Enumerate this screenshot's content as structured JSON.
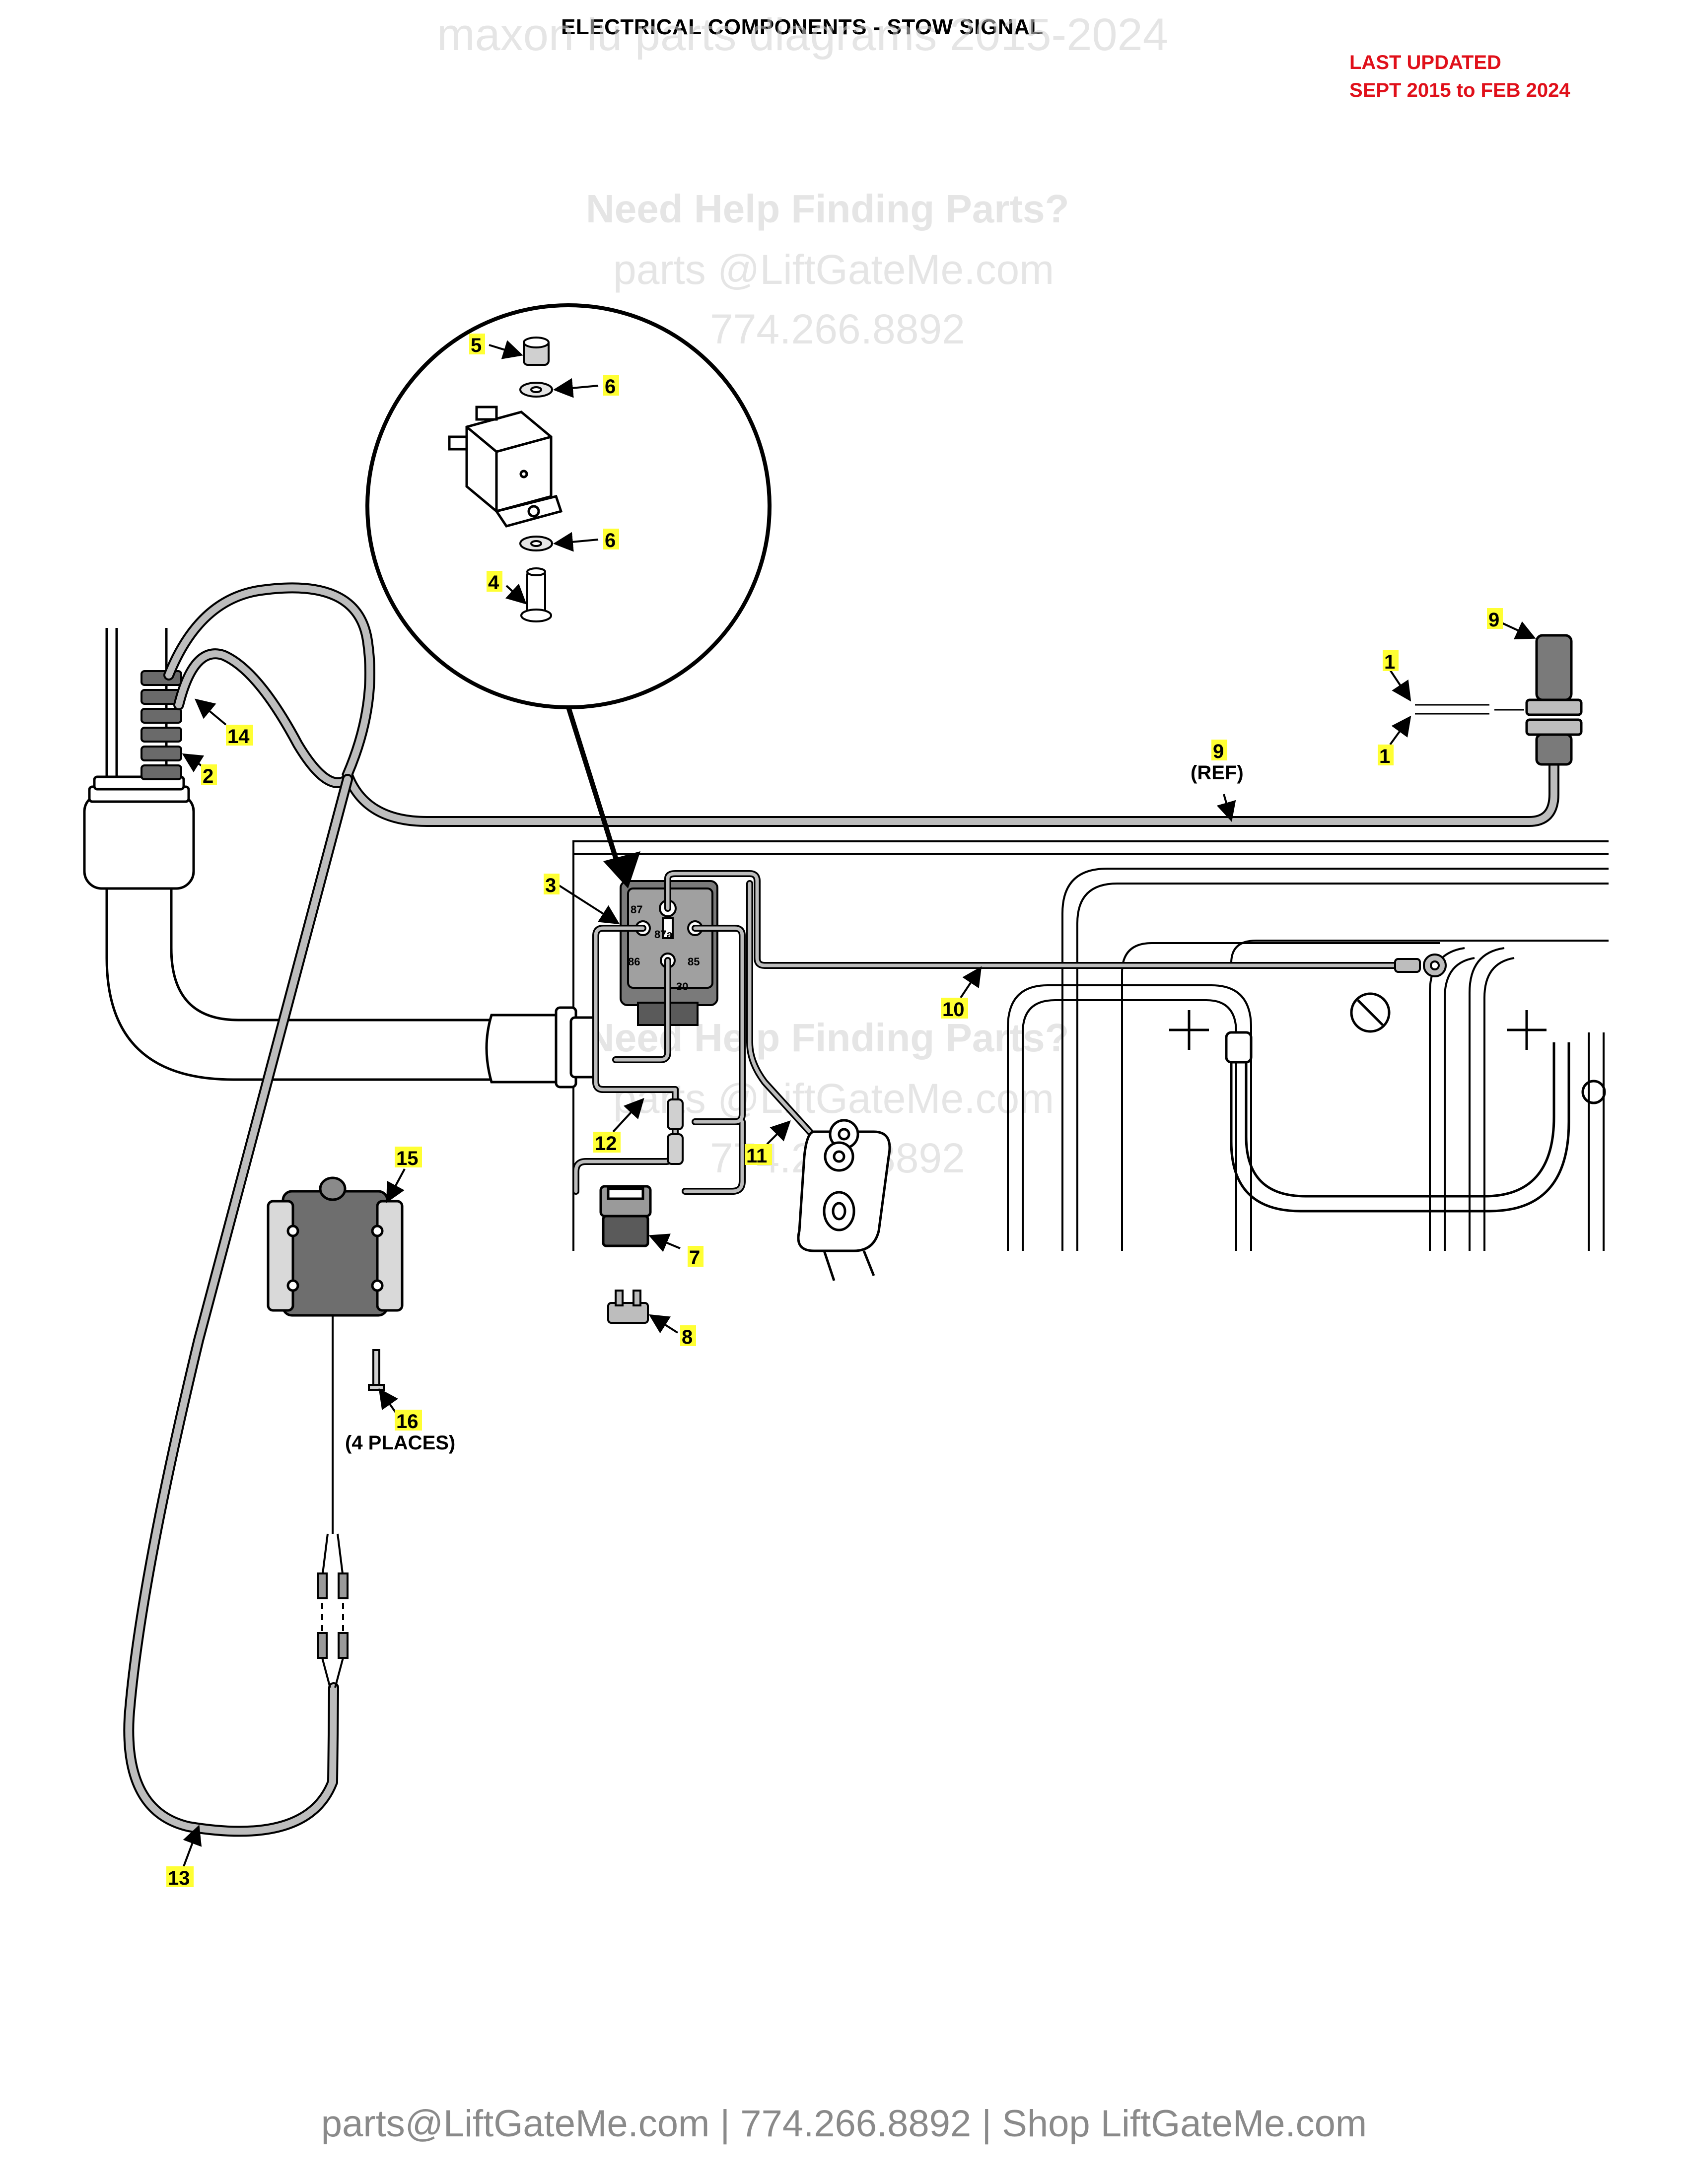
{
  "header": {
    "title": "ELECTRICAL COMPONENTS - STOW SIGNAL",
    "updated_line1": "LAST UPDATED",
    "updated_line2": "SEPT 2015 to FEB 2024"
  },
  "watermarks": {
    "top_line": "maxon lu parts diagrams 2015-2024",
    "help": "Need Help Finding Parts?",
    "email": "parts @LiftGateMe.com",
    "phone": "774.266.8892"
  },
  "callouts": {
    "c1a": "1",
    "c1b": "1",
    "c2": "2",
    "c3": "3",
    "c4": "4",
    "c5": "5",
    "c6a": "6",
    "c6b": "6",
    "c7": "7",
    "c8": "8",
    "c9": "9",
    "c9ref": "9",
    "c10": "10",
    "c11": "11",
    "c12": "12",
    "c13": "13",
    "c14": "14",
    "c15": "15",
    "c16": "16"
  },
  "notes": {
    "ref": "(REF)",
    "four_places": "(4 PLACES)"
  },
  "relay_terminals": {
    "t87": "87",
    "t87a": "87a",
    "t86": "86",
    "t85": "85",
    "t30": "30"
  },
  "footer": {
    "text": "parts@LiftGateMe.com | 774.266.8892 | Shop LiftGateMe.com"
  },
  "colors": {
    "callout_highlight": "#ffff33",
    "updated_text": "#e0101a",
    "line": "#000000",
    "cable_fill": "#bdbdbd"
  }
}
